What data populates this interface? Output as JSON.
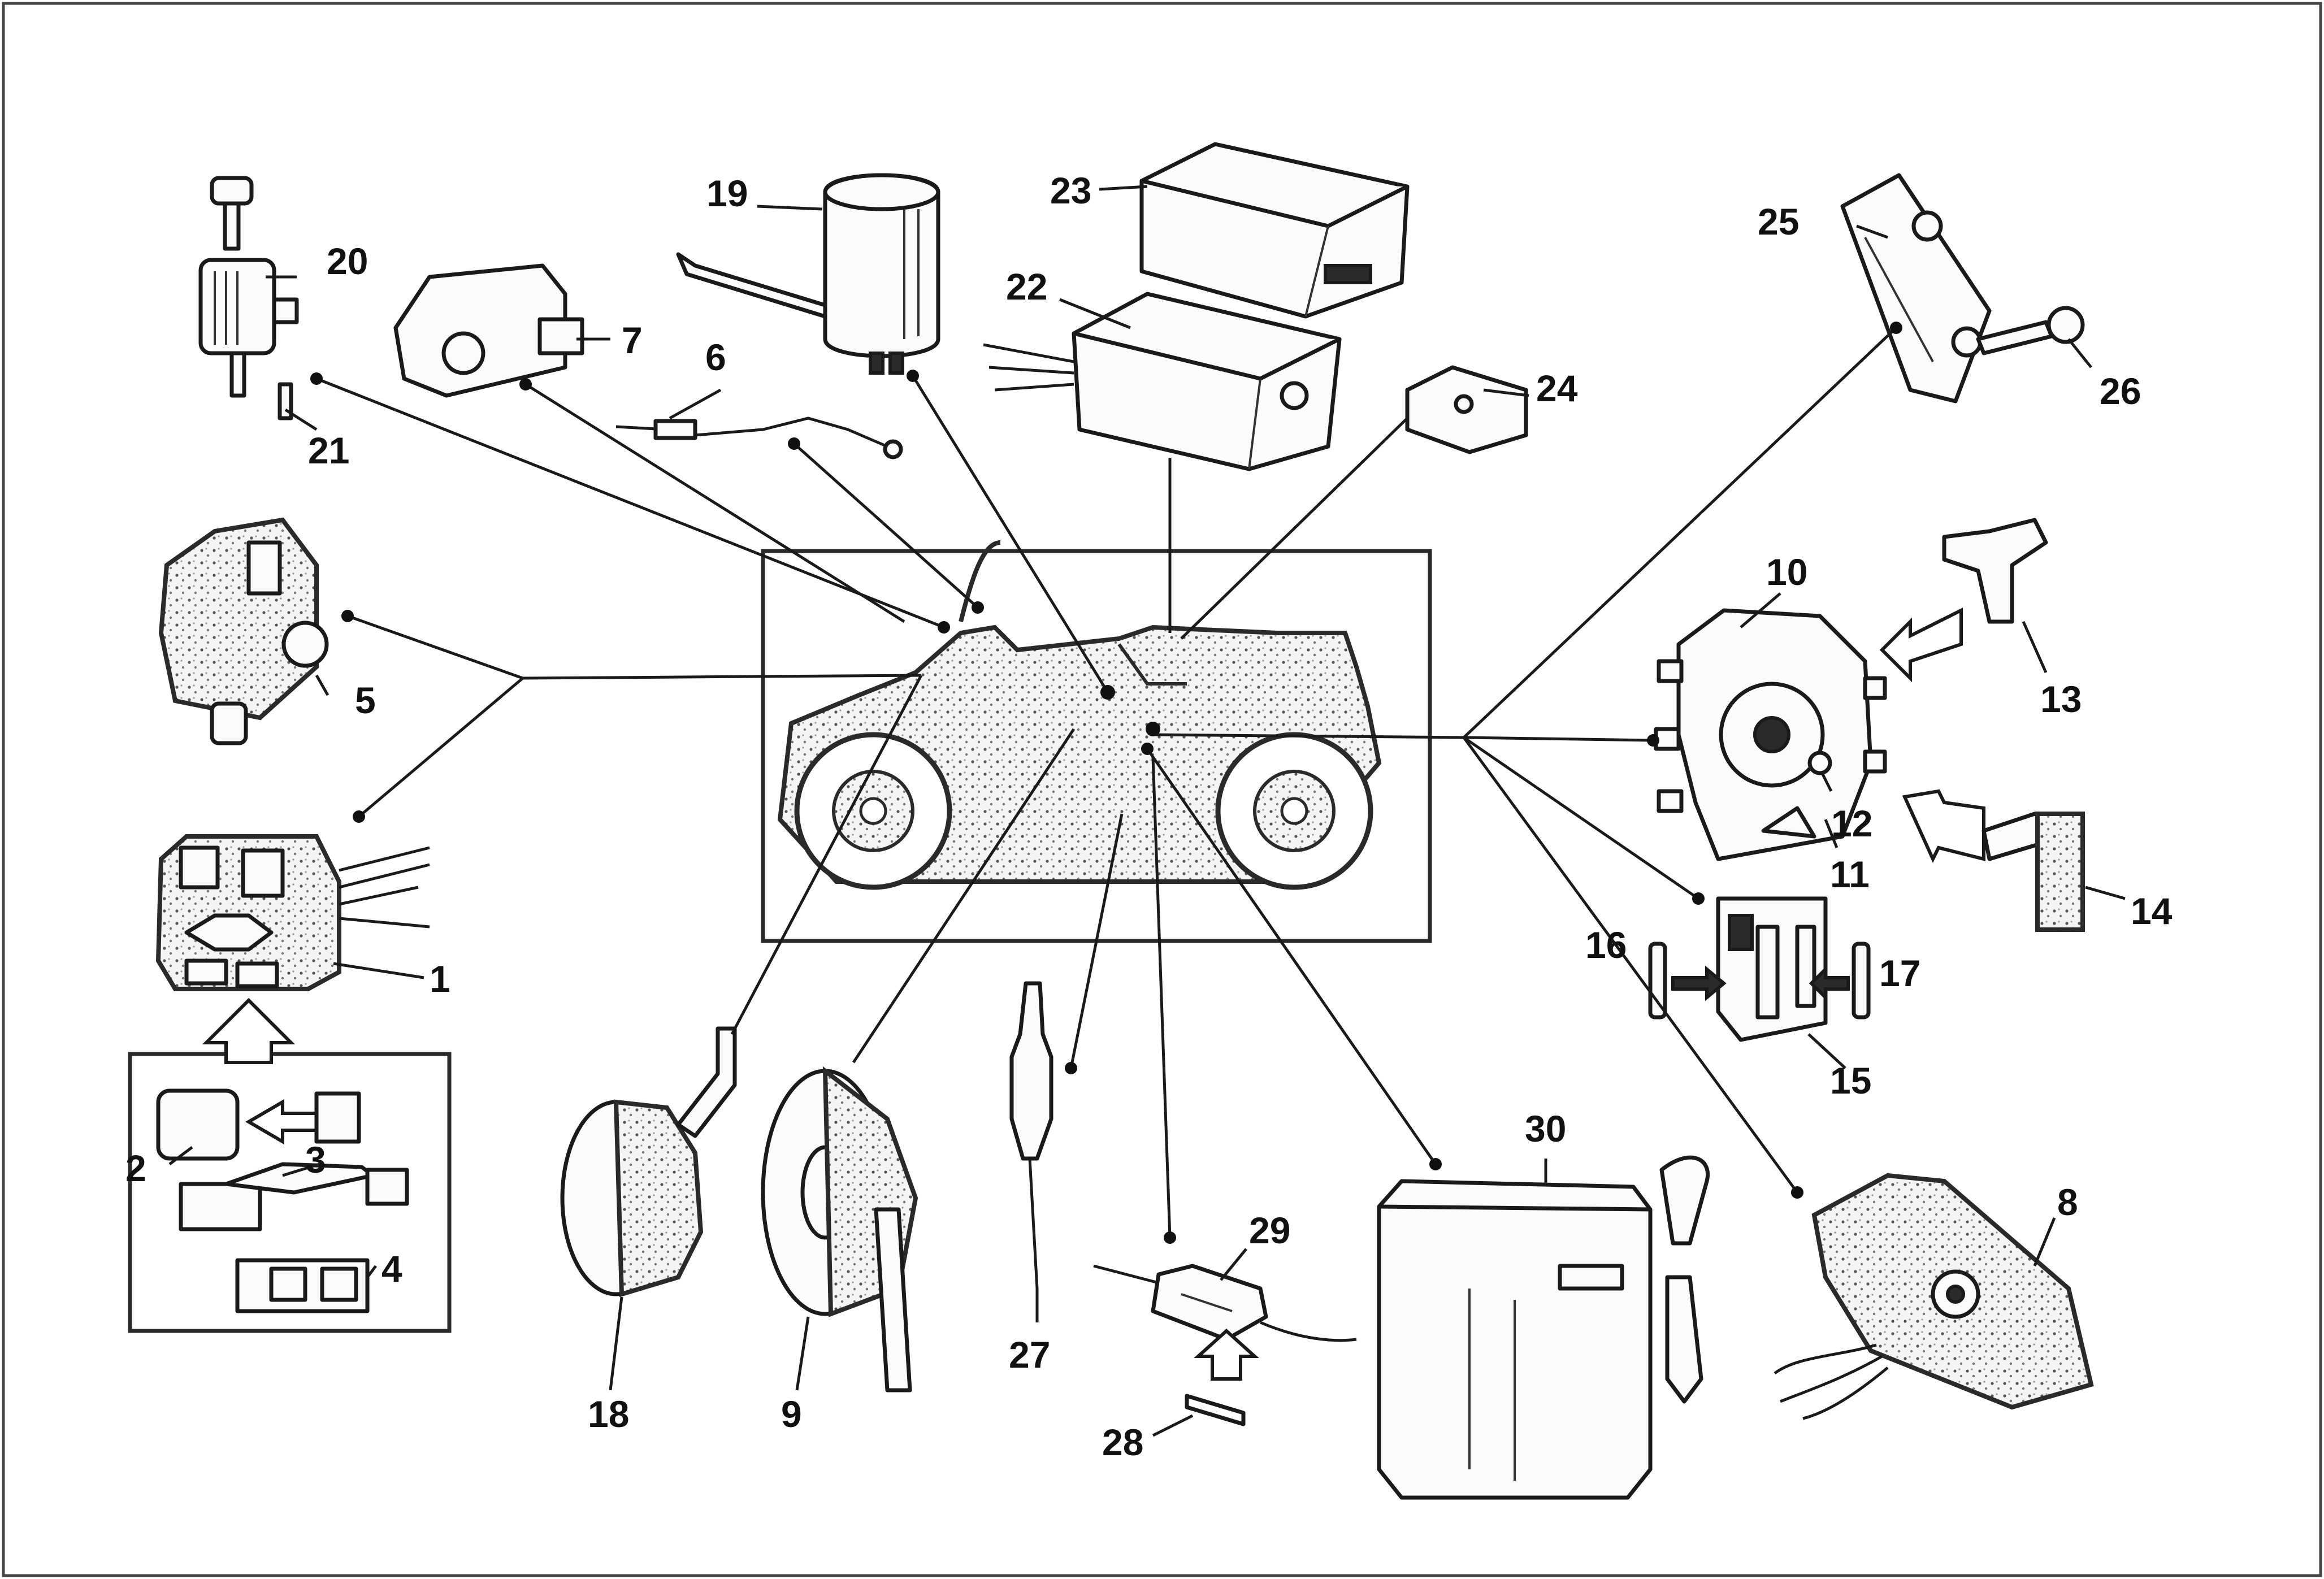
{
  "diagram": {
    "labels": {
      "l1": "1",
      "l2": "2",
      "l3": "3",
      "l4": "4",
      "l5": "5",
      "l6": "6",
      "l7": "7",
      "l8": "8",
      "l9": "9",
      "l10": "10",
      "l11": "11",
      "l12": "12",
      "l13": "13",
      "l14": "14",
      "l15": "15",
      "l16": "16",
      "l17": "17",
      "l18": "18",
      "l19": "19",
      "l20": "20",
      "l21": "21",
      "l22": "22",
      "l23": "23",
      "l24": "24",
      "l25": "25",
      "l26": "26",
      "l27": "27",
      "l28": "28",
      "l29": "29",
      "l30": "30"
    }
  }
}
